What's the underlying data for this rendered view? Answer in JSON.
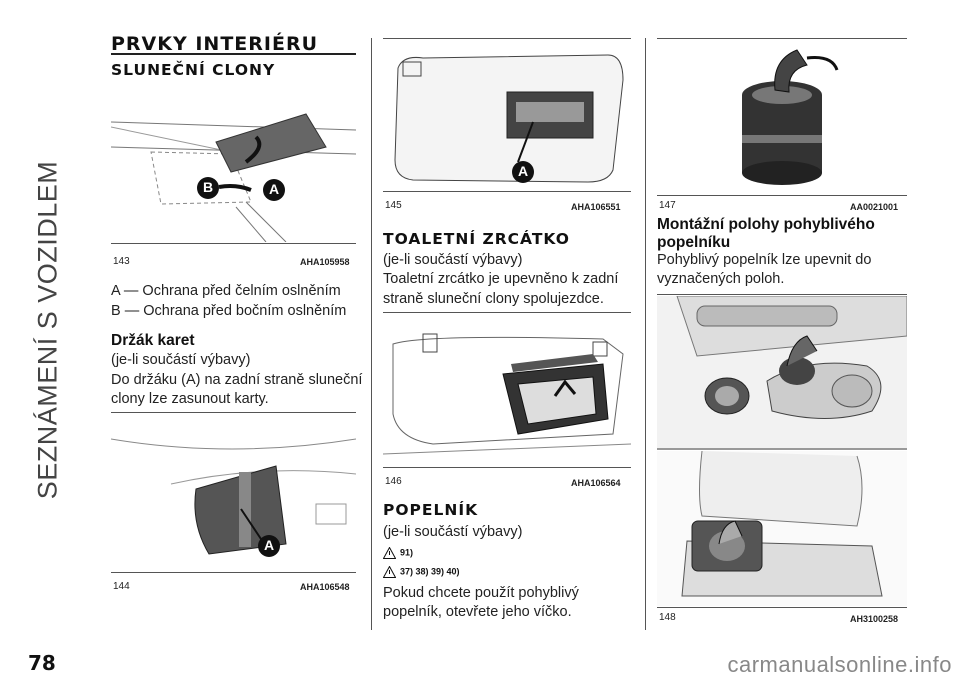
{
  "side_title": "SEZNÁMENÍ S VOZIDLEM",
  "page_number": "78",
  "watermark": "carmanualsonline.info",
  "col1": {
    "title": "PRVKY INTERIÉRU",
    "subtitle": "SLUNEČNÍ CLONY",
    "fig143": {
      "num": "143",
      "code": "AHA105958",
      "label_a": "A",
      "label_b": "B"
    },
    "lines": [
      "A — Ochrana před čelním oslněním",
      "B — Ochrana před bočním oslněním"
    ],
    "card_holder_heading": "Držák karet",
    "card_holder_text": [
      "(je-li součástí výbavy)",
      "Do držáku (A) na zadní straně sluneční",
      "clony lze zasunout karty."
    ],
    "fig144": {
      "num": "144",
      "code": "AHA106548",
      "label_a": "A"
    }
  },
  "col2": {
    "fig145": {
      "num": "145",
      "code": "AHA106551",
      "label_a": "A"
    },
    "mirror_heading": "TOALETNÍ ZRCÁTKO",
    "mirror_text": [
      "(je-li součástí výbavy)",
      "Toaletní zrcátko je upevněno k zadní",
      "straně sluneční clony spolujezdce."
    ],
    "fig146": {
      "num": "146",
      "code": "AHA106564"
    },
    "ashtray_heading": "POPELNÍK",
    "ashtray_text1": "(je-li součástí výbavy)",
    "warn1": "91)",
    "warn2": "37)  38)  39)  40)",
    "ashtray_text2": [
      "Pokud chcete použít pohyblivý",
      "popelník, otevřete jeho víčko."
    ]
  },
  "col3": {
    "fig147": {
      "num": "147",
      "code": "AA0021001"
    },
    "mount_heading": [
      "Montážní polohy pohyblivého",
      "popelníku"
    ],
    "mount_text": [
      "Pohyblivý popelník lze upevnit do",
      "vyznačených poloh."
    ],
    "fig148": {
      "num": "148",
      "code": "AH3100258"
    }
  }
}
